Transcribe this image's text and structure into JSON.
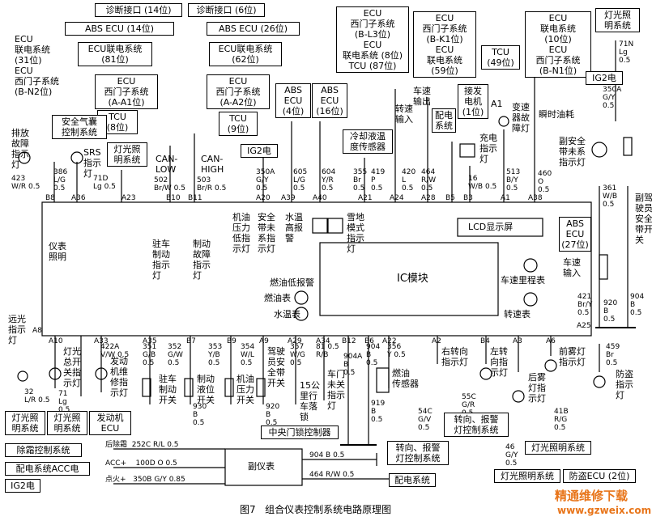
{
  "caption": "图7   组合仪表控制系统电路原理图",
  "watermark": {
    "brand": "精通维修下载",
    "url": "www.gzweix.com",
    "color": "#e8751a"
  },
  "top_boxes": {
    "diag14": "诊断接口 (14位)",
    "diag6": "诊断接口 (6位)",
    "abs14": "ABS ECU (14位)",
    "abs26": "ABS ECU (26位)",
    "relay81": "ECU联电系统\n(81位)",
    "relay62": "ECU联电系统\n(62位)",
    "ecu31": "ECU\n联电系统\n(31位)\nECU\n西门子系统\n(B-N2位)",
    "a1": "ECU\n西门子系统\n(A-A1位)",
    "a2": "ECU\n西门子系统\n(A-A2位)",
    "tcu8": "TCU\n(8位)",
    "tcu9": "TCU\n(9位)",
    "absecu4": "ABS\nECU\n(4位)",
    "absecu16": "ABS\nECU\n(16位)",
    "coolant": "冷却液温\n度传感器",
    "bl3": "ECU\n西门子系统\n(B-L3位)\nECU\n联电系统 (8位)\nTCU (87位)",
    "bk1": "ECU\n西门子系统\n(B-K1位)\nECU\n联电系统\n(59位)",
    "tcu49": "TCU\n(49位)",
    "bn1": "ECU\n联电系统\n(10位)\nECU\n西门子系统\n(B-N1位)",
    "light": "灯光照\n明系统",
    "ig2_top": "IG2电",
    "ig2_right": "IG2电",
    "airbag": "安全气囊\n控制系统",
    "lighting_left": "灯光照\n明系统",
    "alternator": "接发\n电机\n(1位)",
    "power_dist": "配电\n系统",
    "abs27": "ABS\nECU\n(27位)"
  },
  "top_labels": {
    "can_low": "CAN-\nLOW",
    "can_high": "CAN-\nHIGH",
    "fault_ind": "排放\n故障\n指示\n灯",
    "srs": "SRS\n指示\n灯",
    "speed_in": "转速\n输入",
    "speed_out": "车速\n输出",
    "fuel_inst": "瞬时油耗",
    "gear_fault": "变速\n器故\n障灯",
    "charge": "充电\n指示\n灯",
    "passenger_belt": "副安全\n带未系\n指示灯",
    "passenger_belt_sw": "副驾\n驶员\n安全\n带开\n关",
    "speed_in2": "车速\n输入",
    "a1_pin": "A1"
  },
  "wires_top": [
    {
      "id": "423",
      "text": "423\nW/R 0.5"
    },
    {
      "id": "386",
      "text": "386\nL/G\n0.5"
    },
    {
      "id": "71D",
      "text": "71D\nLg 0.5"
    },
    {
      "id": "502",
      "text": "502\nBr/W 0.5"
    },
    {
      "id": "503",
      "text": "503\nBr/R 0.5"
    },
    {
      "id": "350A",
      "text": "350A\nG/Y\n0.5"
    },
    {
      "id": "605",
      "text": "605\nL/G\n0.5"
    },
    {
      "id": "604",
      "text": "604\nY/R\n0.5"
    },
    {
      "id": "355",
      "text": "355\nBr\n0.5"
    },
    {
      "id": "419",
      "text": "419\nP\n0.5"
    },
    {
      "id": "420",
      "text": "420\nL\n0.5"
    },
    {
      "id": "464",
      "text": "464\nR/W\n0.5"
    },
    {
      "id": "16",
      "text": "16\nW/B 0.5"
    },
    {
      "id": "513",
      "text": "513\nB/Y\n0.5"
    },
    {
      "id": "460",
      "text": "460\nO\n0.5"
    },
    {
      "id": "71N",
      "text": "71N\nLg\n0.5"
    },
    {
      "id": "350Ar",
      "text": "350A\nG/Y\n0.5"
    },
    {
      "id": "361",
      "text": "361\nW/B\n0.5"
    },
    {
      "id": "421",
      "text": "421\nBr/Y\n0.5"
    },
    {
      "id": "920r",
      "text": "920\nB\n0.5"
    },
    {
      "id": "904r",
      "text": "904\nB\n0.5"
    }
  ],
  "pins_top": [
    "B8",
    "A36",
    "A23",
    "B10",
    "B11",
    "A20",
    "A39",
    "A40",
    "A21",
    "A24",
    "A28",
    "B5",
    "B3",
    "A1",
    "A38"
  ],
  "pins_bottom": [
    "A10",
    "A33",
    "A35",
    "B7",
    "B9",
    "A9",
    "A29",
    "A34",
    "B12",
    "B6",
    "A22",
    "A2",
    "B4",
    "A3",
    "A6"
  ],
  "cluster": {
    "ic_module": "IC模块",
    "lcd": "LCD显示屏",
    "odometer": "车速里程表",
    "tach": "转速表",
    "fuel_gauge": "燃油表",
    "temp_gauge": "水温表",
    "fuel_low": "燃油低报警",
    "backlight": "仪表\n照明",
    "park_brake_ind": "驻车\n制动\n指示\n灯",
    "brake_fault": "制动\n故障\n指示\n灯",
    "oil_low": "机油\n压力\n低指\n示灯",
    "belt_ind": "安全\n带未\n系指\n示灯",
    "water_high": "水温\n高报\n警",
    "snow_mode": "雪地\n模式\n指示\n灯",
    "a8": "A8",
    "a25": "A25"
  },
  "bottom_labels": {
    "high_beam": "远光\n指示\n灯",
    "lamp_main": "灯光\n总开\n关指\n示灯",
    "engine_repair": "发动\n机维\n修指\n示灯",
    "park_sw": "驻车\n制动\n开关",
    "brake_fluid": "制动\n液位\n开关",
    "oil_sw": "机油\n压力\n开关",
    "driver_belt": "驾驶\n员安\n全带\n开关",
    "door_open": "车门\n未关\n指示\n灯",
    "km15": "15公\n里行\n车落\n锁",
    "fuel_sensor": "燃油\n传感器",
    "right_turn": "右转向\n指示灯",
    "left_turn": "左转\n向指\n示灯",
    "rear_fog": "后雾\n灯指\n示灯",
    "front_fog": "前雾灯\n指示灯",
    "antitheft": "防盗\n指示\n灯"
  },
  "wires_bottom": [
    {
      "id": "32",
      "text": "32\nL/R 0.5"
    },
    {
      "id": "71",
      "text": "71\nLg\n0.5"
    },
    {
      "id": "422A",
      "text": "422A\nV/W 0.5"
    },
    {
      "id": "351",
      "text": "351\nG/B\n0.5"
    },
    {
      "id": "352",
      "text": "352\nG/W\n0.5"
    },
    {
      "id": "353",
      "text": "353\nY/B\n0.5"
    },
    {
      "id": "354",
      "text": "354\nW/L\n0.5"
    },
    {
      "id": "357",
      "text": "357\nW/G\n0.5"
    },
    {
      "id": "81",
      "text": "81 0.5\nR/B"
    },
    {
      "id": "904A",
      "text": "904A\nB\n0.5"
    },
    {
      "id": "904b",
      "text": "904\nB\n0.5"
    },
    {
      "id": "356",
      "text": "356\nY 0.5"
    },
    {
      "id": "920a",
      "text": "920\nB\n0.5"
    },
    {
      "id": "930",
      "text": "930\nB\n0.5"
    },
    {
      "id": "919",
      "text": "919\nB\n0.5"
    },
    {
      "id": "54C",
      "text": "54C\nG/V\n0.5"
    },
    {
      "id": "55C",
      "text": "55C\nG/R\n0.5"
    },
    {
      "id": "46",
      "text": "46\nG/Y\n0.5"
    },
    {
      "id": "41B",
      "text": "41B\nR/G\n0.5"
    },
    {
      "id": "459",
      "text": "459\nBr\n0.5"
    }
  ],
  "bottom_boxes": {
    "light1": "灯光照\n明系统",
    "light2": "灯光照\n明系统",
    "engine_ecu": "发动机\nECU",
    "central_lock": "中央门锁控制器",
    "turn_ctrl1": "转向、报警\n灯控制系统",
    "turn_ctrl2": "转向、报警\n灯控制系统",
    "light3": "灯光照明系统",
    "light4": "灯光照明系统",
    "antitheft_ecu": "防盗ECU (2位)",
    "defrost": "除霜控制系统",
    "acc": "配电系统ACC电",
    "ig2": "IG2电",
    "aux_meter": "副仪表",
    "power_dist2": "配电系统"
  },
  "aux_wires": {
    "defrost_w": "后除霜  252C R/L 0.5",
    "acc_w": "ACC+    100D O 0.5",
    "ig_w": "点火+   350B G/Y 0.85",
    "gnd_w": "904 B 0.5",
    "pd_w": "464 R/W 0.5"
  }
}
